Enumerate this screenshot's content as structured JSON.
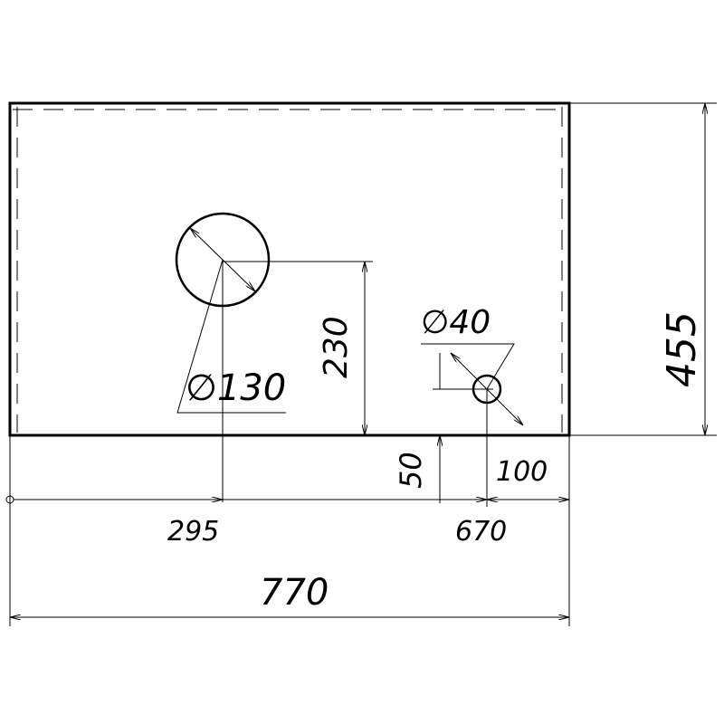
{
  "dimensions": {
    "overall_width": "770",
    "overall_height": "455",
    "hole_large_x": "295",
    "hole_large_y": "230",
    "hole_large_diameter": "∅130",
    "hole_small_x": "670",
    "hole_small_y": "50",
    "hole_small_diameter": "∅40",
    "hole_small_edge_offset": "100"
  },
  "colors": {
    "line": "#000000",
    "background": "#ffffff"
  }
}
